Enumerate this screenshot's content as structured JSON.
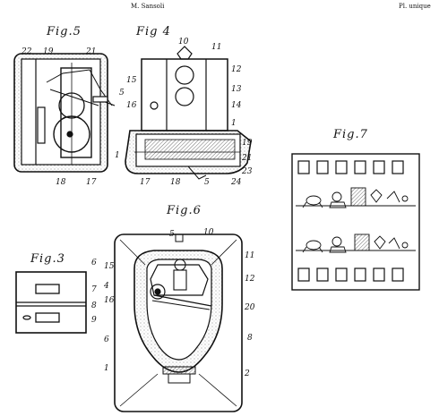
{
  "header": {
    "author": "M. Sansoli",
    "plate": "Pl. unique"
  },
  "figures": {
    "fig5": {
      "title": "Fig.5",
      "labels": [
        "22",
        "19",
        "21",
        "5",
        "1",
        "18",
        "17"
      ]
    },
    "fig4": {
      "title": "Fig 4",
      "labels": [
        "10",
        "11",
        "12",
        "15",
        "13",
        "16",
        "14",
        "1",
        "19",
        "21",
        "23",
        "17",
        "18",
        "5",
        "24"
      ]
    },
    "fig7": {
      "title": "Fig.7"
    },
    "fig3": {
      "title": "Fig.3",
      "labels": [
        "6",
        "7",
        "8",
        "9"
      ]
    },
    "fig6": {
      "title": "Fig.6",
      "labels": [
        "5",
        "10",
        "11",
        "12",
        "15",
        "4",
        "16",
        "20",
        "6",
        "8",
        "1",
        "2"
      ]
    }
  }
}
